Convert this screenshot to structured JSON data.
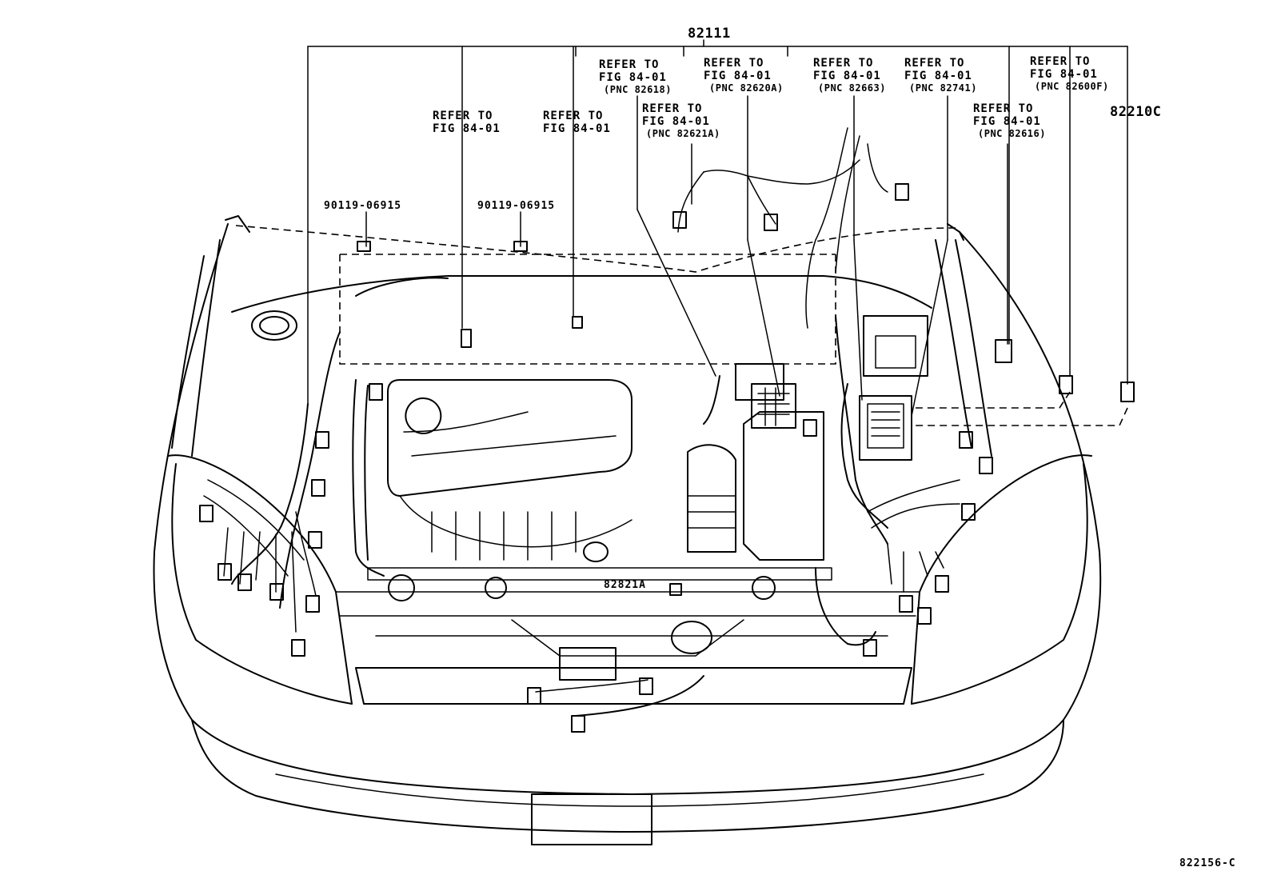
{
  "diagram": {
    "main_part": "82111",
    "side_part": "82210C",
    "clip_part_left": "90119-06915",
    "clip_part_right": "90119-06915",
    "ground_part": "82821A",
    "figure_code": "822156-C",
    "refs": [
      {
        "line1": "REFER TO",
        "line2": "FIG 84-01",
        "line3": ""
      },
      {
        "line1": "REFER TO",
        "line2": "FIG 84-01",
        "line3": ""
      },
      {
        "line1": "REFER TO",
        "line2": "FIG 84-01",
        "line3": "(PNC 82618)"
      },
      {
        "line1": "REFER TO",
        "line2": "FIG 84-01",
        "line3": "(PNC 82621A)"
      },
      {
        "line1": "REFER TO",
        "line2": "FIG 84-01",
        "line3": "(PNC 82620A)"
      },
      {
        "line1": "REFER TO",
        "line2": "FIG 84-01",
        "line3": "(PNC 82663)"
      },
      {
        "line1": "REFER TO",
        "line2": "FIG 84-01",
        "line3": "(PNC 82741)"
      },
      {
        "line1": "REFER TO",
        "line2": "FIG 84-01",
        "line3": "(PNC 82616)"
      },
      {
        "line1": "REFER TO",
        "line2": "FIG 84-01",
        "line3": "(PNC 82600F)"
      }
    ]
  }
}
